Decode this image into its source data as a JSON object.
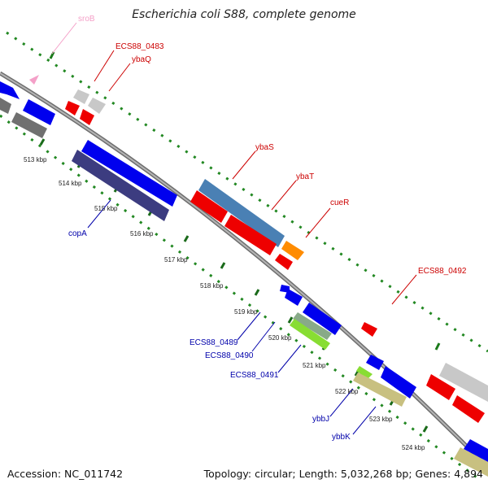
{
  "title": "Escherichia coli S88, complete genome",
  "footer": {
    "accession": "Accession: NC_011742",
    "summary": "Topology: circular; Length: 5,032,268 bp; Genes: 4,894"
  },
  "ticks": [
    {
      "kbp": 513,
      "label": "513 kbp"
    },
    {
      "kbp": 514,
      "label": "514 kbp"
    },
    {
      "kbp": 515,
      "label": "515 kbp"
    },
    {
      "kbp": 516,
      "label": "516 kbp"
    },
    {
      "kbp": 517,
      "label": "517 kbp"
    },
    {
      "kbp": 518,
      "label": "518 kbp"
    },
    {
      "kbp": 519,
      "label": "519 kbp"
    },
    {
      "kbp": 520,
      "label": "520 kbp"
    },
    {
      "kbp": 521,
      "label": "521 kbp"
    },
    {
      "kbp": 522,
      "label": "522 kbp"
    },
    {
      "kbp": 523,
      "label": "523 kbp"
    },
    {
      "kbp": 524,
      "label": "524 kbp"
    }
  ],
  "gene_labels": [
    {
      "name": "sroB",
      "color": "#f4a0c8"
    },
    {
      "name": "ECS88_0483",
      "color": "#cc0000"
    },
    {
      "name": "ybaQ",
      "color": "#cc0000"
    },
    {
      "name": "ybaS",
      "color": "#cc0000"
    },
    {
      "name": "ybaT",
      "color": "#cc0000"
    },
    {
      "name": "cueR",
      "color": "#cc0000"
    },
    {
      "name": "ECS88_0492",
      "color": "#cc0000"
    },
    {
      "name": "copA",
      "color": "#0000aa"
    },
    {
      "name": "ECS88_0489",
      "color": "#0000aa"
    },
    {
      "name": "ECS88_0490",
      "color": "#0000aa"
    },
    {
      "name": "ECS88_0491",
      "color": "#0000aa"
    },
    {
      "name": "ybbJ",
      "color": "#0000aa"
    },
    {
      "name": "ybbK",
      "color": "#0000aa"
    }
  ],
  "colors": {
    "forward_cds": "#ee0000",
    "reverse_cds": "#0000ee",
    "rna": "#f4a0c8",
    "backbone": "#888888",
    "grid_dot": "#228822",
    "gene_grey": "#c8c8c8",
    "gene_dark_grey": "#707070",
    "gene_steelblue": "#4a80b4",
    "gene_slate": "#3c3c80",
    "gene_orange": "#ff8c00",
    "gene_green": "#88dd33",
    "gene_khaki": "#c8c080"
  }
}
